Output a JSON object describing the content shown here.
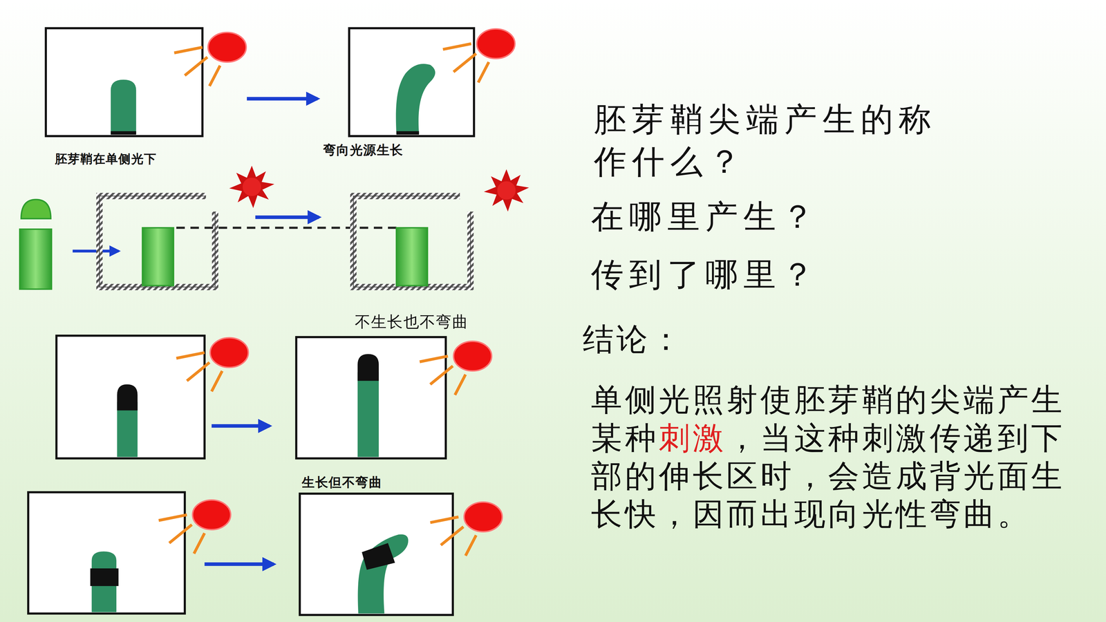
{
  "diagram": {
    "labels": [
      "胚芽鞘在单侧光下",
      "弯向光源生长",
      "胚芽鞘尖端产生的称作什么？",
      "在哪里产生？",
      "传到了哪里？",
      "不生长也不弯曲",
      "结论：",
      "生长但不弯曲",
      "单侧光照射使胚芽鞘的尖端产生某种",
      "刺激",
      "，当这种刺激传递到下部的伸长区时，会造成背光面生长快，因而出现向光性弯曲。"
    ]
  }
}
